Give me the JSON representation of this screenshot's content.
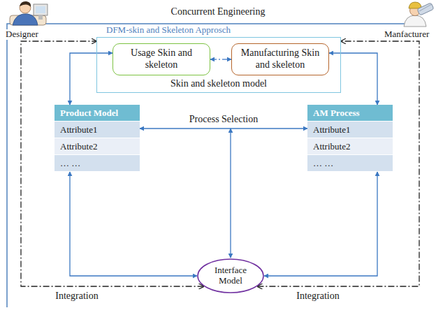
{
  "diagram": {
    "nodes": [
      {
        "text": [
          "Skin and skeleton model"
        ]
      },
      {
        "text": [
          "Usage Skin and skeleton"
        ],
        "in": 0
      },
      {
        "text": [
          "Manufacturing Skin and skeleton"
        ],
        "in": 0
      },
      {
        "text": [
          "Product Model",
          "Attribute1",
          "Attribute2",
          "… …"
        ]
      },
      {
        "text": [
          "AM Process",
          "Attribute1",
          "Attribute2",
          "… …"
        ]
      },
      {
        "text": [
          "Interface Model"
        ]
      }
    ],
    "edges": [
      {
        "from": 1,
        "to": 2,
        "arrow": "both"
      },
      {
        "from": 3,
        "to": 1,
        "arrow": "both"
      },
      {
        "from": 4,
        "to": 2,
        "arrow": "both"
      },
      {
        "from": 3,
        "to": 4,
        "label": "Process Selection",
        "arrow": "both"
      },
      {
        "from": 3,
        "to": 5,
        "arrow": "both"
      },
      {
        "from": 4,
        "to": 5,
        "arrow": "both"
      },
      {
        "from": 5,
        "to": 0,
        "label": "Integration",
        "arrow": "both"
      },
      {
        "from": 5,
        "to": 0,
        "label": "Integration",
        "arrow": "both"
      }
    ],
    "labels": [
      "Concurrent Engineering",
      "Designer",
      "Manfacturer",
      "DFM-skin and Skeleton Approsch"
    ]
  }
}
